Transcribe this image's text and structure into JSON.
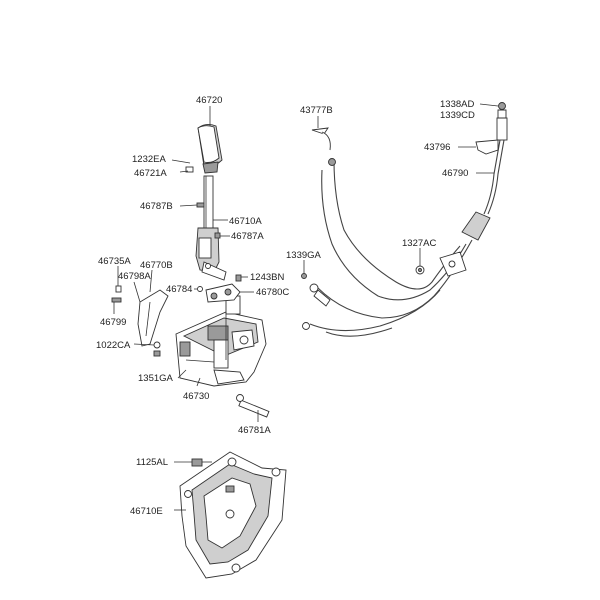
{
  "labels": {
    "l46720": "46720",
    "l1232EA": "1232EA",
    "l46721A": "46721A",
    "l46787B": "46787B",
    "l46710A": "46710A",
    "l46787A": "46787A",
    "l1243BN": "1243BN",
    "l46780C": "46780C",
    "l46784": "46784",
    "l46735A": "46735A",
    "l46770B": "46770B",
    "l46798A": "46798A",
    "l46799": "46799",
    "l1022CA": "1022CA",
    "l1351GA": "1351GA",
    "l46730": "46730",
    "l46781A": "46781A",
    "l1125AL": "1125AL",
    "l46710E": "46710E",
    "l43777B": "43777B",
    "l1339GA": "1339GA",
    "l1327AC": "1327AC",
    "l1338AD": "1338AD",
    "l1339CD": "1339CD",
    "l43796": "43796",
    "l46790": "46790"
  }
}
